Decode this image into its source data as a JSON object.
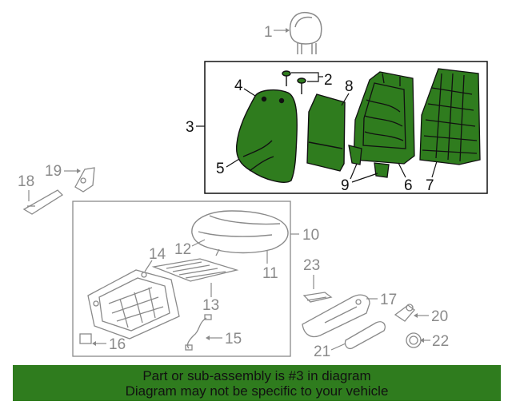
{
  "callouts": {
    "c1": "1",
    "c2": "2",
    "c3": "3",
    "c4": "4",
    "c5": "5",
    "c6": "6",
    "c7": "7",
    "c8": "8",
    "c9": "9",
    "c10": "10",
    "c11": "11",
    "c12": "12",
    "c13": "13",
    "c14": "14",
    "c15": "15",
    "c16": "16",
    "c17": "17",
    "c18": "18",
    "c19": "19",
    "c20": "20",
    "c21": "21",
    "c22": "22",
    "c23": "23"
  },
  "banner": {
    "line1": "Part or sub-assembly is #3 in diagram",
    "line2": "Diagram may not be specific to your vehicle"
  },
  "colors": {
    "highlight": "#2f7c1e",
    "line_dark": "#111111",
    "line_gray": "#8a8a8a"
  }
}
